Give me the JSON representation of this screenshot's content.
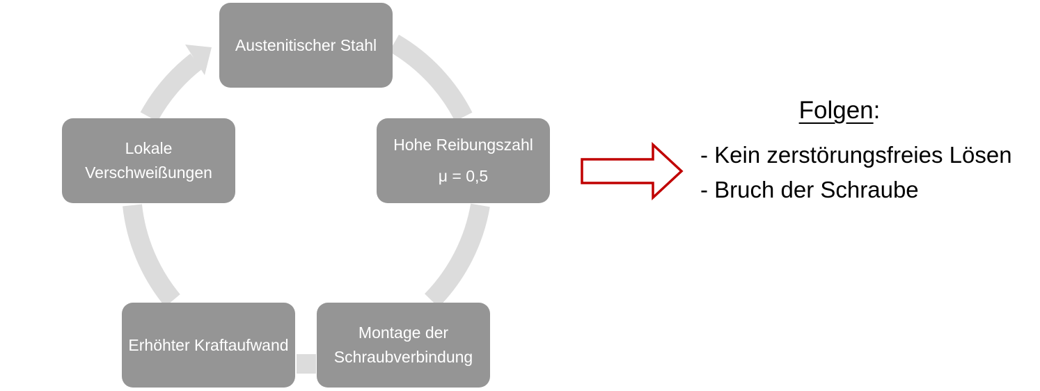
{
  "cycle": {
    "nodes": [
      {
        "label": "Austenitischer Stahl"
      },
      {
        "label": "Hohe Reibungszahl",
        "sub": "μ = 0,5"
      },
      {
        "label": "Montage der Schraubverbindung"
      },
      {
        "label": "Erhöhter Kraftaufwand"
      },
      {
        "label": "Lokale Verschweißungen"
      }
    ]
  },
  "consequences": {
    "title": "Folgen",
    "title_suffix": ":",
    "items": [
      "- Kein zerstörungsfreies Lösen",
      "- Bruch der Schraube"
    ]
  },
  "colors": {
    "node_fill": "#959595",
    "ring": "#dcdcdc",
    "arrow_stroke": "#c00000",
    "text_light": "#ffffff",
    "text_dark": "#000000"
  }
}
